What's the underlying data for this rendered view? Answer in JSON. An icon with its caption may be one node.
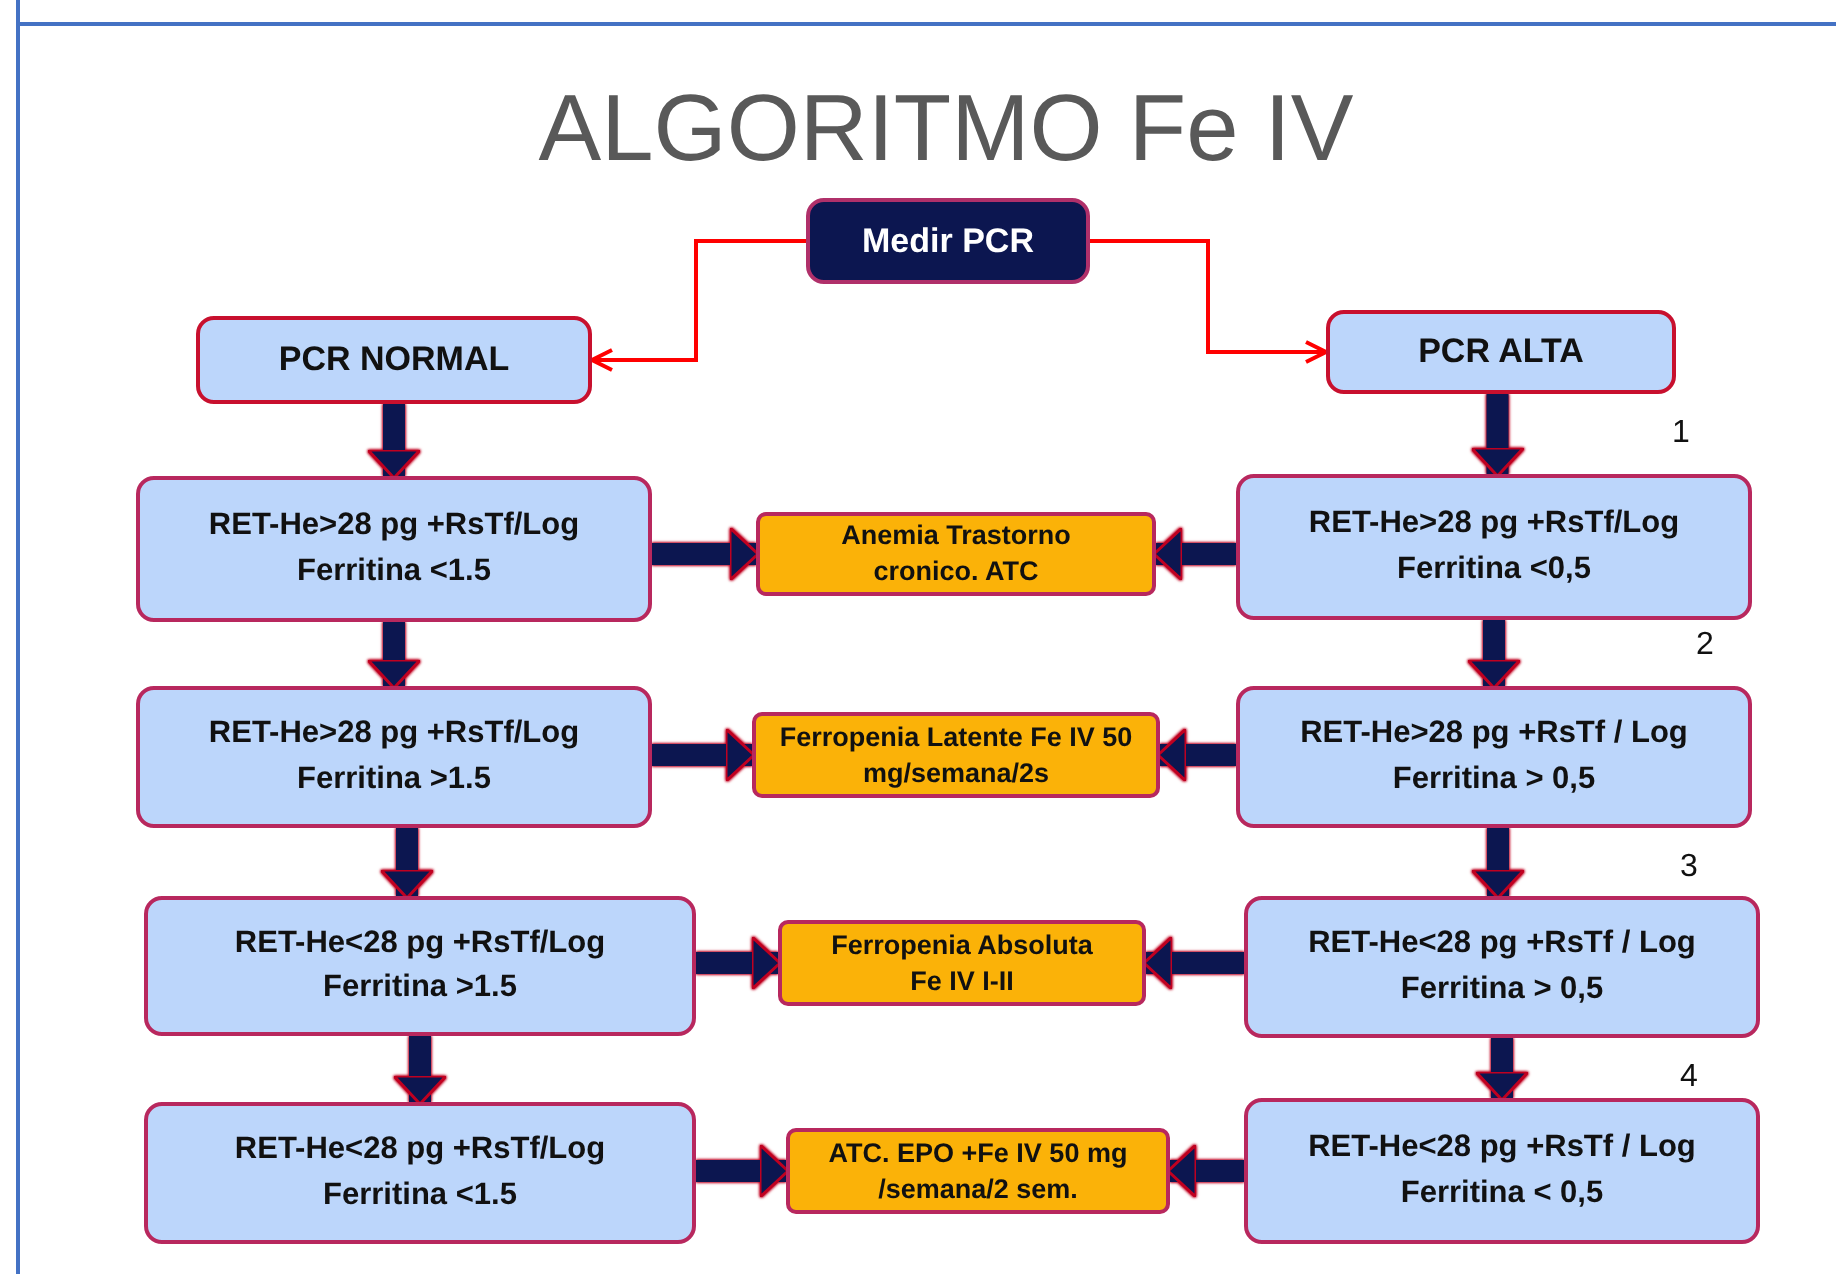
{
  "diagram": {
    "title": "ALGORITMO Fe IV",
    "nodes": [
      {
        "text": [
          "Medir PCR"
        ]
      },
      {
        "text": [
          "PCR  NORMAL"
        ]
      },
      {
        "text": [
          "PCR  ALTA"
        ]
      },
      {
        "text": [
          "RET-He>28  pg +RsTf/Log Ferritina  <1.5"
        ]
      },
      {
        "text": [
          "Anemia Trastorno cronico. ATC"
        ]
      },
      {
        "text": [
          "RET-He>28  pg +RsTf/Log Ferritina  <0,5"
        ]
      },
      {
        "text": [
          "RET-He>28  pg +RsTf/Log Ferritina  >1.5"
        ]
      },
      {
        "text": [
          "Ferropenia Latente Fe IV 50 mg/semana/2s"
        ]
      },
      {
        "text": [
          "RET-He>28  pg +RsTf / Log Ferritina  > 0,5"
        ]
      },
      {
        "text": [
          "RET-He<28  pg +RsTf/Log Ferritina  >1.5"
        ]
      },
      {
        "text": [
          "Ferropenia Absoluta Fe IV I-II"
        ]
      },
      {
        "text": [
          "RET-He<28  pg +RsTf / Log Ferritina  > 0,5"
        ]
      },
      {
        "text": [
          "RET-He<28  pg +RsTf/Log Ferritina  <1.5"
        ]
      },
      {
        "text": [
          "ATC. EPO +Fe IV 50 mg /semana/2 sem."
        ]
      },
      {
        "text": [
          "RET-He<28  pg +RsTf / Log Ferritina  < 0,5"
        ]
      }
    ],
    "edges": [
      {
        "from": 0,
        "to": 1,
        "arrow": "to",
        "color": "#ff0000"
      },
      {
        "from": 0,
        "to": 2,
        "arrow": "to",
        "color": "#ff0000"
      },
      {
        "from": 1,
        "to": 3,
        "arrow": "to"
      },
      {
        "from": 3,
        "to": 6,
        "arrow": "to"
      },
      {
        "from": 6,
        "to": 9,
        "arrow": "to"
      },
      {
        "from": 9,
        "to": 12,
        "arrow": "to"
      },
      {
        "from": 2,
        "to": 5,
        "arrow": "to"
      },
      {
        "from": 5,
        "to": 8,
        "arrow": "to"
      },
      {
        "from": 8,
        "to": 11,
        "arrow": "to"
      },
      {
        "from": 11,
        "to": 14,
        "arrow": "to"
      },
      {
        "from": 3,
        "to": 4,
        "arrow": "to"
      },
      {
        "from": 6,
        "to": 7,
        "arrow": "to"
      },
      {
        "from": 9,
        "to": 10,
        "arrow": "to"
      },
      {
        "from": 12,
        "to": 13,
        "arrow": "to"
      },
      {
        "from": 5,
        "to": 4,
        "arrow": "to"
      },
      {
        "from": 8,
        "to": 7,
        "arrow": "to"
      },
      {
        "from": 11,
        "to": 10,
        "arrow": "to"
      },
      {
        "from": 14,
        "to": 13,
        "arrow": "to"
      }
    ],
    "labels": [
      "1",
      "2",
      "3",
      "4"
    ]
  }
}
